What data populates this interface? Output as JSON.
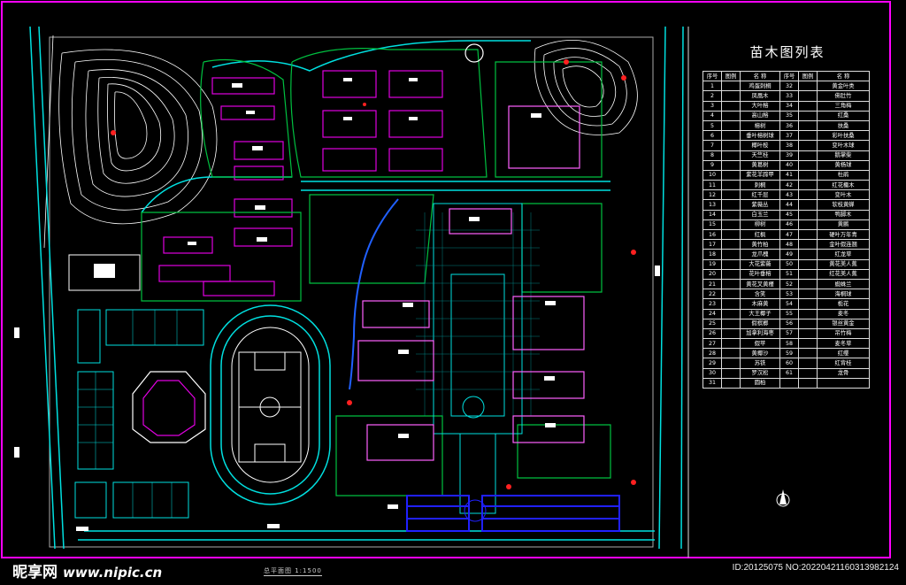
{
  "legend": {
    "title": "苗木图列表",
    "headers": [
      "序号",
      "图例",
      "名 称",
      "序号",
      "图例",
      "名 称"
    ],
    "left": [
      [
        "1",
        "鸡蛋刺桐"
      ],
      [
        "2",
        "凤凰木"
      ],
      [
        "3",
        "大叶榕"
      ],
      [
        "4",
        "高山榕"
      ],
      [
        "5",
        "榕树"
      ],
      [
        "6",
        "垂叶榕树球"
      ],
      [
        "7",
        "椰叶桉"
      ],
      [
        "8",
        "天竺桂"
      ],
      [
        "9",
        "黄葛树"
      ],
      [
        "10",
        "紫花羊蹄甲"
      ],
      [
        "11",
        "刺桐"
      ],
      [
        "12",
        "红千层"
      ],
      [
        "13",
        "紫薇丛"
      ],
      [
        "14",
        "白玉兰"
      ],
      [
        "15",
        "柳树"
      ],
      [
        "16",
        "红枫"
      ],
      [
        "17",
        "黄竹柏"
      ],
      [
        "18",
        "龙爪槐"
      ],
      [
        "19",
        "大花紫薇"
      ],
      [
        "20",
        "花叶垂榕"
      ],
      [
        "21",
        "黄花叉黄槿"
      ],
      [
        "22",
        "含笑"
      ],
      [
        "23",
        "木麻黄"
      ],
      [
        "24",
        "大王椰子"
      ],
      [
        "25",
        "假槟榔"
      ],
      [
        "26",
        "加拿利海枣"
      ],
      [
        "27",
        "假苹"
      ],
      [
        "28",
        "黄椰沙"
      ],
      [
        "29",
        "苏铁"
      ],
      [
        "30",
        "罗汉松"
      ],
      [
        "31",
        "圆柏"
      ]
    ],
    "right": [
      [
        "32",
        "黄金叶类"
      ],
      [
        "33",
        "佛肚竹"
      ],
      [
        "34",
        "三角梅"
      ],
      [
        "35",
        "红桑"
      ],
      [
        "36",
        "扶桑"
      ],
      [
        "37",
        "彩叶扶桑"
      ],
      [
        "38",
        "变叶木球"
      ],
      [
        "39",
        "鹅掌柴"
      ],
      [
        "40",
        "黄杨球"
      ],
      [
        "41",
        "杜鹃"
      ],
      [
        "42",
        "红花檵木"
      ],
      [
        "43",
        "变叶木"
      ],
      [
        "44",
        "软枝黄蝉"
      ],
      [
        "45",
        "鸭脚木"
      ],
      [
        "46",
        "黄鹂"
      ],
      [
        "47",
        "硬叶万年青"
      ],
      [
        "48",
        "金叶假连翘"
      ],
      [
        "49",
        "红龙草"
      ],
      [
        "50",
        "黄花美人蕉"
      ],
      [
        "51",
        "红花美人蕉"
      ],
      [
        "52",
        "蜘蛛兰"
      ],
      [
        "53",
        "海桐球"
      ],
      [
        "54",
        "栀花"
      ],
      [
        "55",
        "麦冬"
      ],
      [
        "56",
        "银丝黄金"
      ],
      [
        "57",
        "吊竹梅"
      ],
      [
        "58",
        "麦冬草"
      ],
      [
        "59",
        "红缨"
      ],
      [
        "60",
        "红背桂"
      ],
      [
        "61",
        "龙骨"
      ],
      [
        "",
        ""
      ]
    ]
  },
  "caption": "总平面图 1:1500",
  "watermark": {
    "logo": "昵享网",
    "site": "www.nipic.cn",
    "id": "ID:20125075 NO:20220421160313982124"
  },
  "colors": {
    "background": "#000000",
    "cyan": "#00e0e0",
    "magenta": "#e000e0",
    "green": "#00c040",
    "white": "#ffffff",
    "blue": "#2020ff",
    "red": "#ff2020"
  }
}
